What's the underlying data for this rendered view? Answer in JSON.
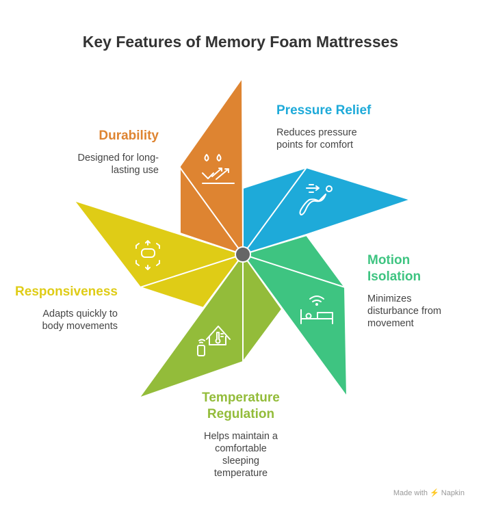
{
  "title": "Key Features of Memory Foam Mattresses",
  "features": [
    {
      "title": "Pressure Relief",
      "desc": [
        "Reduces pressure",
        "points for comfort"
      ],
      "color": "#1EAAD9",
      "icon": "recline-seat-icon"
    },
    {
      "title": "Motion Isolation",
      "title_lines": [
        "Motion",
        "Isolation"
      ],
      "desc": [
        "Minimizes",
        "disturbance from",
        "movement"
      ],
      "color": "#3EC481",
      "icon": "bed-wifi-icon"
    },
    {
      "title": "Temperature Regulation",
      "title_lines": [
        "Temperature",
        "Regulation"
      ],
      "desc": [
        "Helps maintain a",
        "comfortable",
        "sleeping",
        "temperature"
      ],
      "color": "#93BC3A",
      "icon": "smart-home-thermometer-icon"
    },
    {
      "title": "Responsiveness",
      "desc": [
        "Adapts quickly to",
        "body movements"
      ],
      "color": "#DFCC16",
      "icon": "expand-arrows-icon"
    },
    {
      "title": "Durability",
      "desc": [
        "Designed for long-",
        "lasting use"
      ],
      "color": "#DE8431",
      "icon": "water-drops-arrows-icon"
    }
  ],
  "footer": "Made with ⚡ Napkin"
}
